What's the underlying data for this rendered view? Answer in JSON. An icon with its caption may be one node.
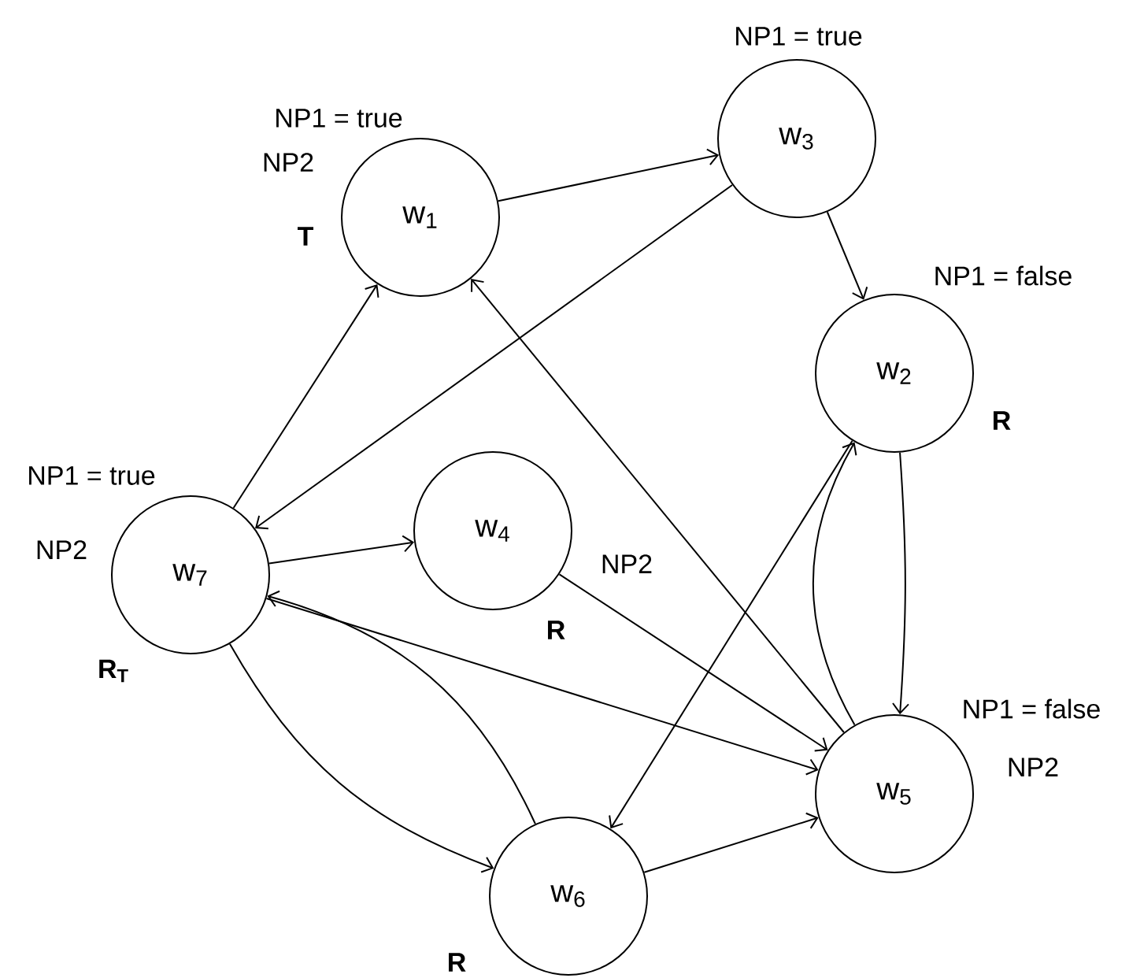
{
  "diagram": {
    "nodes": [
      {
        "text": [
          "w$_{1}$"
        ],
        "beside": [
          "NP1 = true",
          "NP2",
          "T"
        ]
      },
      {
        "text": [
          "w$_{3}$"
        ],
        "beside": [
          "NP1 = true"
        ]
      },
      {
        "text": [
          "w$_{2}$"
        ],
        "beside": [
          "NP1 = false",
          "R"
        ]
      },
      {
        "text": [
          "w$_{4}$"
        ],
        "beside": [
          "NP2",
          "R"
        ]
      },
      {
        "text": [
          "w$_{7}$"
        ],
        "beside": [
          "NP1 = true",
          "NP2",
          "R$_{T}$"
        ]
      },
      {
        "text": [
          "w$_{5}$"
        ],
        "beside": [
          "NP1 = false",
          "NP2"
        ]
      },
      {
        "text": [
          "w$_{6}$"
        ],
        "beside": [
          "R"
        ]
      }
    ],
    "edges": [
      {
        "from": 0,
        "to": 1,
        "arrow": "to"
      },
      {
        "from": 1,
        "to": 2,
        "arrow": "to"
      },
      {
        "from": 1,
        "to": 4,
        "arrow": "to"
      },
      {
        "from": 4,
        "to": 0,
        "arrow": "to"
      },
      {
        "from": 5,
        "to": 0,
        "arrow": "to"
      },
      {
        "from": 4,
        "to": 3,
        "arrow": "to"
      },
      {
        "from": 3,
        "to": 5,
        "arrow": "to"
      },
      {
        "from": 4,
        "to": 5,
        "arrow": "to"
      },
      {
        "from": 6,
        "to": 4,
        "arrow": "to"
      },
      {
        "from": 4,
        "to": 6,
        "arrow": "to"
      },
      {
        "from": 6,
        "to": 5,
        "arrow": "to"
      },
      {
        "from": 2,
        "to": 6,
        "arrow": "to"
      },
      {
        "from": 5,
        "to": 2,
        "arrow": "to"
      },
      {
        "from": 2,
        "to": 5,
        "arrow": "to"
      }
    ]
  }
}
